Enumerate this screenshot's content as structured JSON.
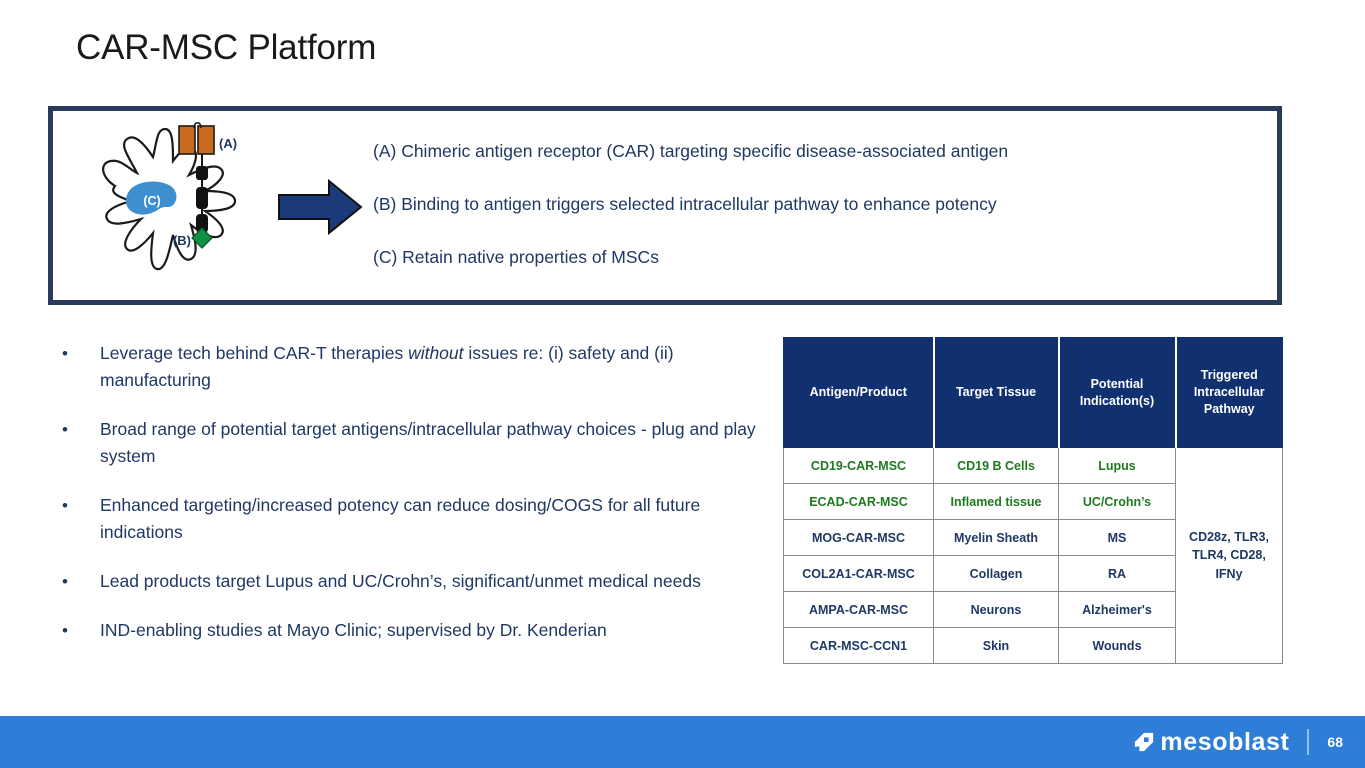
{
  "slide": {
    "title": "CAR-MSC Platform",
    "page_number": "68",
    "brand_name": "mesoblast",
    "colors": {
      "navy_text": "#1F3864",
      "panel_border": "#2B3A5C",
      "table_header_bg": "#103070",
      "footer_blue": "#2E7DD7",
      "row_green": "#1F7A1F",
      "receptor_orange": "#C96A1E",
      "nucleus_blue": "#3E8FD0",
      "diamond_green": "#119046"
    }
  },
  "panel": {
    "diagram": {
      "label_a": "(A)",
      "label_b": "(B)",
      "label_c": "(C)"
    },
    "lines": [
      "(A) Chimeric antigen receptor (CAR) targeting specific disease-associated antigen",
      "(B) Binding to antigen triggers selected intracellular pathway to enhance potency",
      "(C) Retain native properties of MSCs"
    ]
  },
  "bullets": {
    "marker": "•",
    "items": [
      {
        "pre": "Leverage tech behind CAR-T therapies ",
        "emphasis": "without",
        "post": " issues re: (i) safety and (ii) manufacturing"
      },
      {
        "pre": "Broad range of potential target antigens/intracellular pathway choices - plug and play system",
        "emphasis": "",
        "post": ""
      },
      {
        "pre": "Enhanced targeting/increased potency can reduce dosing/COGS for all future indications",
        "emphasis": "",
        "post": ""
      },
      {
        "pre": "Lead products target Lupus and UC/Crohn’s, significant/unmet medical needs",
        "emphasis": "",
        "post": ""
      },
      {
        "pre": "IND-enabling studies at Mayo Clinic; supervised by Dr. Kenderian",
        "emphasis": "",
        "post": ""
      }
    ]
  },
  "table": {
    "headers": [
      "Antigen/Product",
      "Target Tissue",
      "Potential Indication(s)",
      "Triggered Intracellular Pathway"
    ],
    "rows": [
      {
        "antigen": "CD19-CAR-MSC",
        "tissue": "CD19 B Cells",
        "indication": "Lupus",
        "color": "green"
      },
      {
        "antigen": "ECAD-CAR-MSC",
        "tissue": "Inflamed tissue",
        "indication": "UC/Crohn’s",
        "color": "green"
      },
      {
        "antigen": "MOG-CAR-MSC",
        "tissue": "Myelin Sheath",
        "indication": "MS",
        "color": "blue"
      },
      {
        "antigen": "COL2A1-CAR-MSC",
        "tissue": "Collagen",
        "indication": "RA",
        "color": "blue"
      },
      {
        "antigen": "AMPA-CAR-MSC",
        "tissue": "Neurons",
        "indication": "Alzheimer's",
        "color": "blue"
      },
      {
        "antigen": "CAR-MSC-CCN1",
        "tissue": "Skin",
        "indication": "Wounds",
        "color": "blue"
      }
    ],
    "pathway": "CD28z, TLR3, TLR4, CD28, IFNy"
  }
}
